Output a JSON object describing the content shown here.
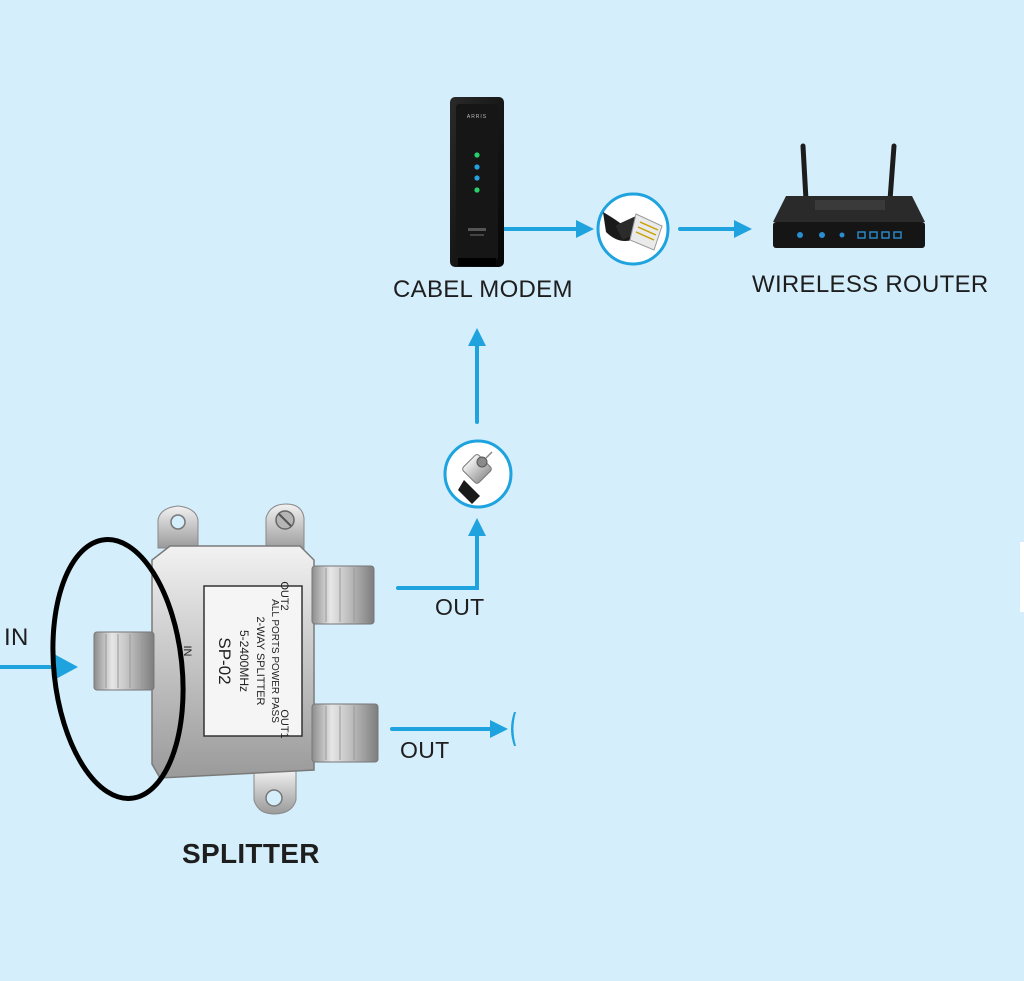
{
  "labels": {
    "modem": "CABEL MODEM",
    "router": "WIRELESS ROUTER",
    "input": "IN",
    "output_top": "OUT",
    "output_bottom": "OUT",
    "splitter": "SPLITTER"
  },
  "modem_brand": "ARRIS",
  "splitter_print": {
    "model": "SP-02",
    "frequency": "5-2400MHz",
    "type": "2-WAY SPLITTER",
    "note": "ALL PORTS POWER PASS",
    "port_in": "IN",
    "port_out1": "OUT1",
    "port_out2": "OUT2"
  },
  "colors": {
    "background": "#d4eefb",
    "arrow": "#1ea3de",
    "highlight_ring": "#000000"
  },
  "icons": {
    "modem": "cable-modem-icon",
    "router": "wireless-router-icon",
    "ethernet": "ethernet-connector-icon",
    "coax": "coax-connector-icon",
    "splitter": "coax-splitter-icon"
  }
}
